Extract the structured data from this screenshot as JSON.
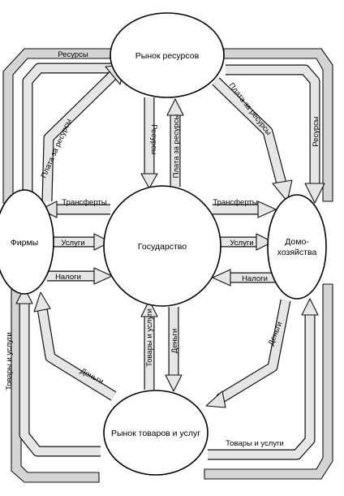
{
  "nodes": {
    "resource_market": "Рынок ресурсов",
    "firms": "Фирмы",
    "government": "Государство",
    "households_line1": "Домо-",
    "households_line2": "хозяйства",
    "goods_market": "Рынок товаров и услуг"
  },
  "flows": {
    "resources_top": "Ресурсы",
    "resources_right": "Ресурсы",
    "payment_left": "Плата за ресурсы",
    "payment_right": "Плата за ресурсы",
    "resources_center": "Ресурсы",
    "payment_center": "Плата за ресурсы",
    "transfers_left": "Трансферты",
    "transfers_right": "Трансферты",
    "services_left": "Услуги",
    "services_right": "Услуги",
    "taxes_left": "Налоги",
    "taxes_right": "Налоги",
    "goods_left": "Товары и услуги",
    "goods_center": "Товары и услуги",
    "money_center": "Деньги",
    "money_left": "Деньги",
    "money_right": "Деньги",
    "goods_bottom": "Товары и услуги"
  },
  "colors": {
    "band_fill": "#d4d4d4",
    "arrow_fill": "#e6e6e6",
    "outline": "#111111",
    "background": "#ffffff"
  }
}
